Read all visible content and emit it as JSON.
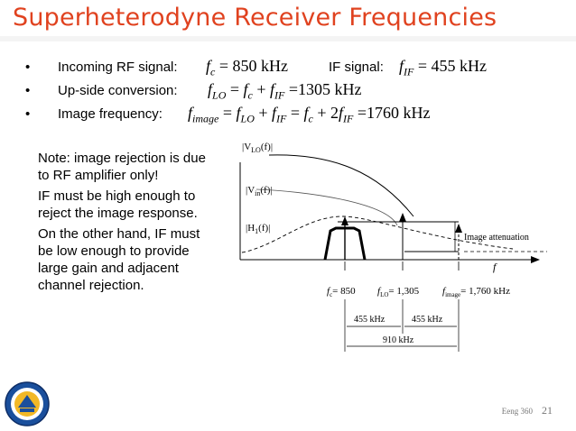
{
  "slide": {
    "title": "Superheterodyne Receiver Frequencies",
    "footer": "Eeng 360",
    "page_number": "21"
  },
  "bullets": [
    {
      "label": "Incoming RF signal:",
      "expr": "f",
      "sub": "c",
      "rhs": "= 850 kHz",
      "extra_label": "IF signal:",
      "extra_expr": "f",
      "extra_sub": "IF",
      "extra_rhs": "= 455 kHz"
    },
    {
      "label": "Up-side conversion:",
      "expr_html": "LO"
    },
    {
      "label": "Image frequency:"
    }
  ],
  "equations": {
    "upside": {
      "lhs_sub": "LO",
      "t1_sub": "c",
      "t2_sub": "IF",
      "value": "=1305 kHz"
    },
    "image": {
      "lhs_sub": "image",
      "t1_sub": "LO",
      "t2_sub": "IF",
      "t3_sub": "c",
      "t4_coef": "2",
      "t4_sub": "IF",
      "value": "=1760 kHz"
    }
  },
  "note": [
    "Note: image rejection is due to RF amplifier only!",
    "IF must be high enough to reject the image response.",
    "On the other hand, IF must be low enough to provide large gain and adjacent channel rejection."
  ],
  "diagram": {
    "label_vlo": "|V",
    "label_vlo_sub": "LO",
    "label_vlo_tail": "(f)|",
    "label_vin": "|V",
    "label_vin_sub": "in",
    "label_vin_tail": "(f)|",
    "label_h1": "|H",
    "label_h1_sub": "1",
    "label_h1_tail": "(f)|",
    "image_attenuation": "Image attenuation",
    "f_axis": "f",
    "fc_label": "= 850",
    "flo_label": "= 1,305",
    "fimage_label": "= 1,760 kHz",
    "dim1": "455 kHz",
    "dim2": "455 kHz",
    "dim3": "910 kHz"
  }
}
